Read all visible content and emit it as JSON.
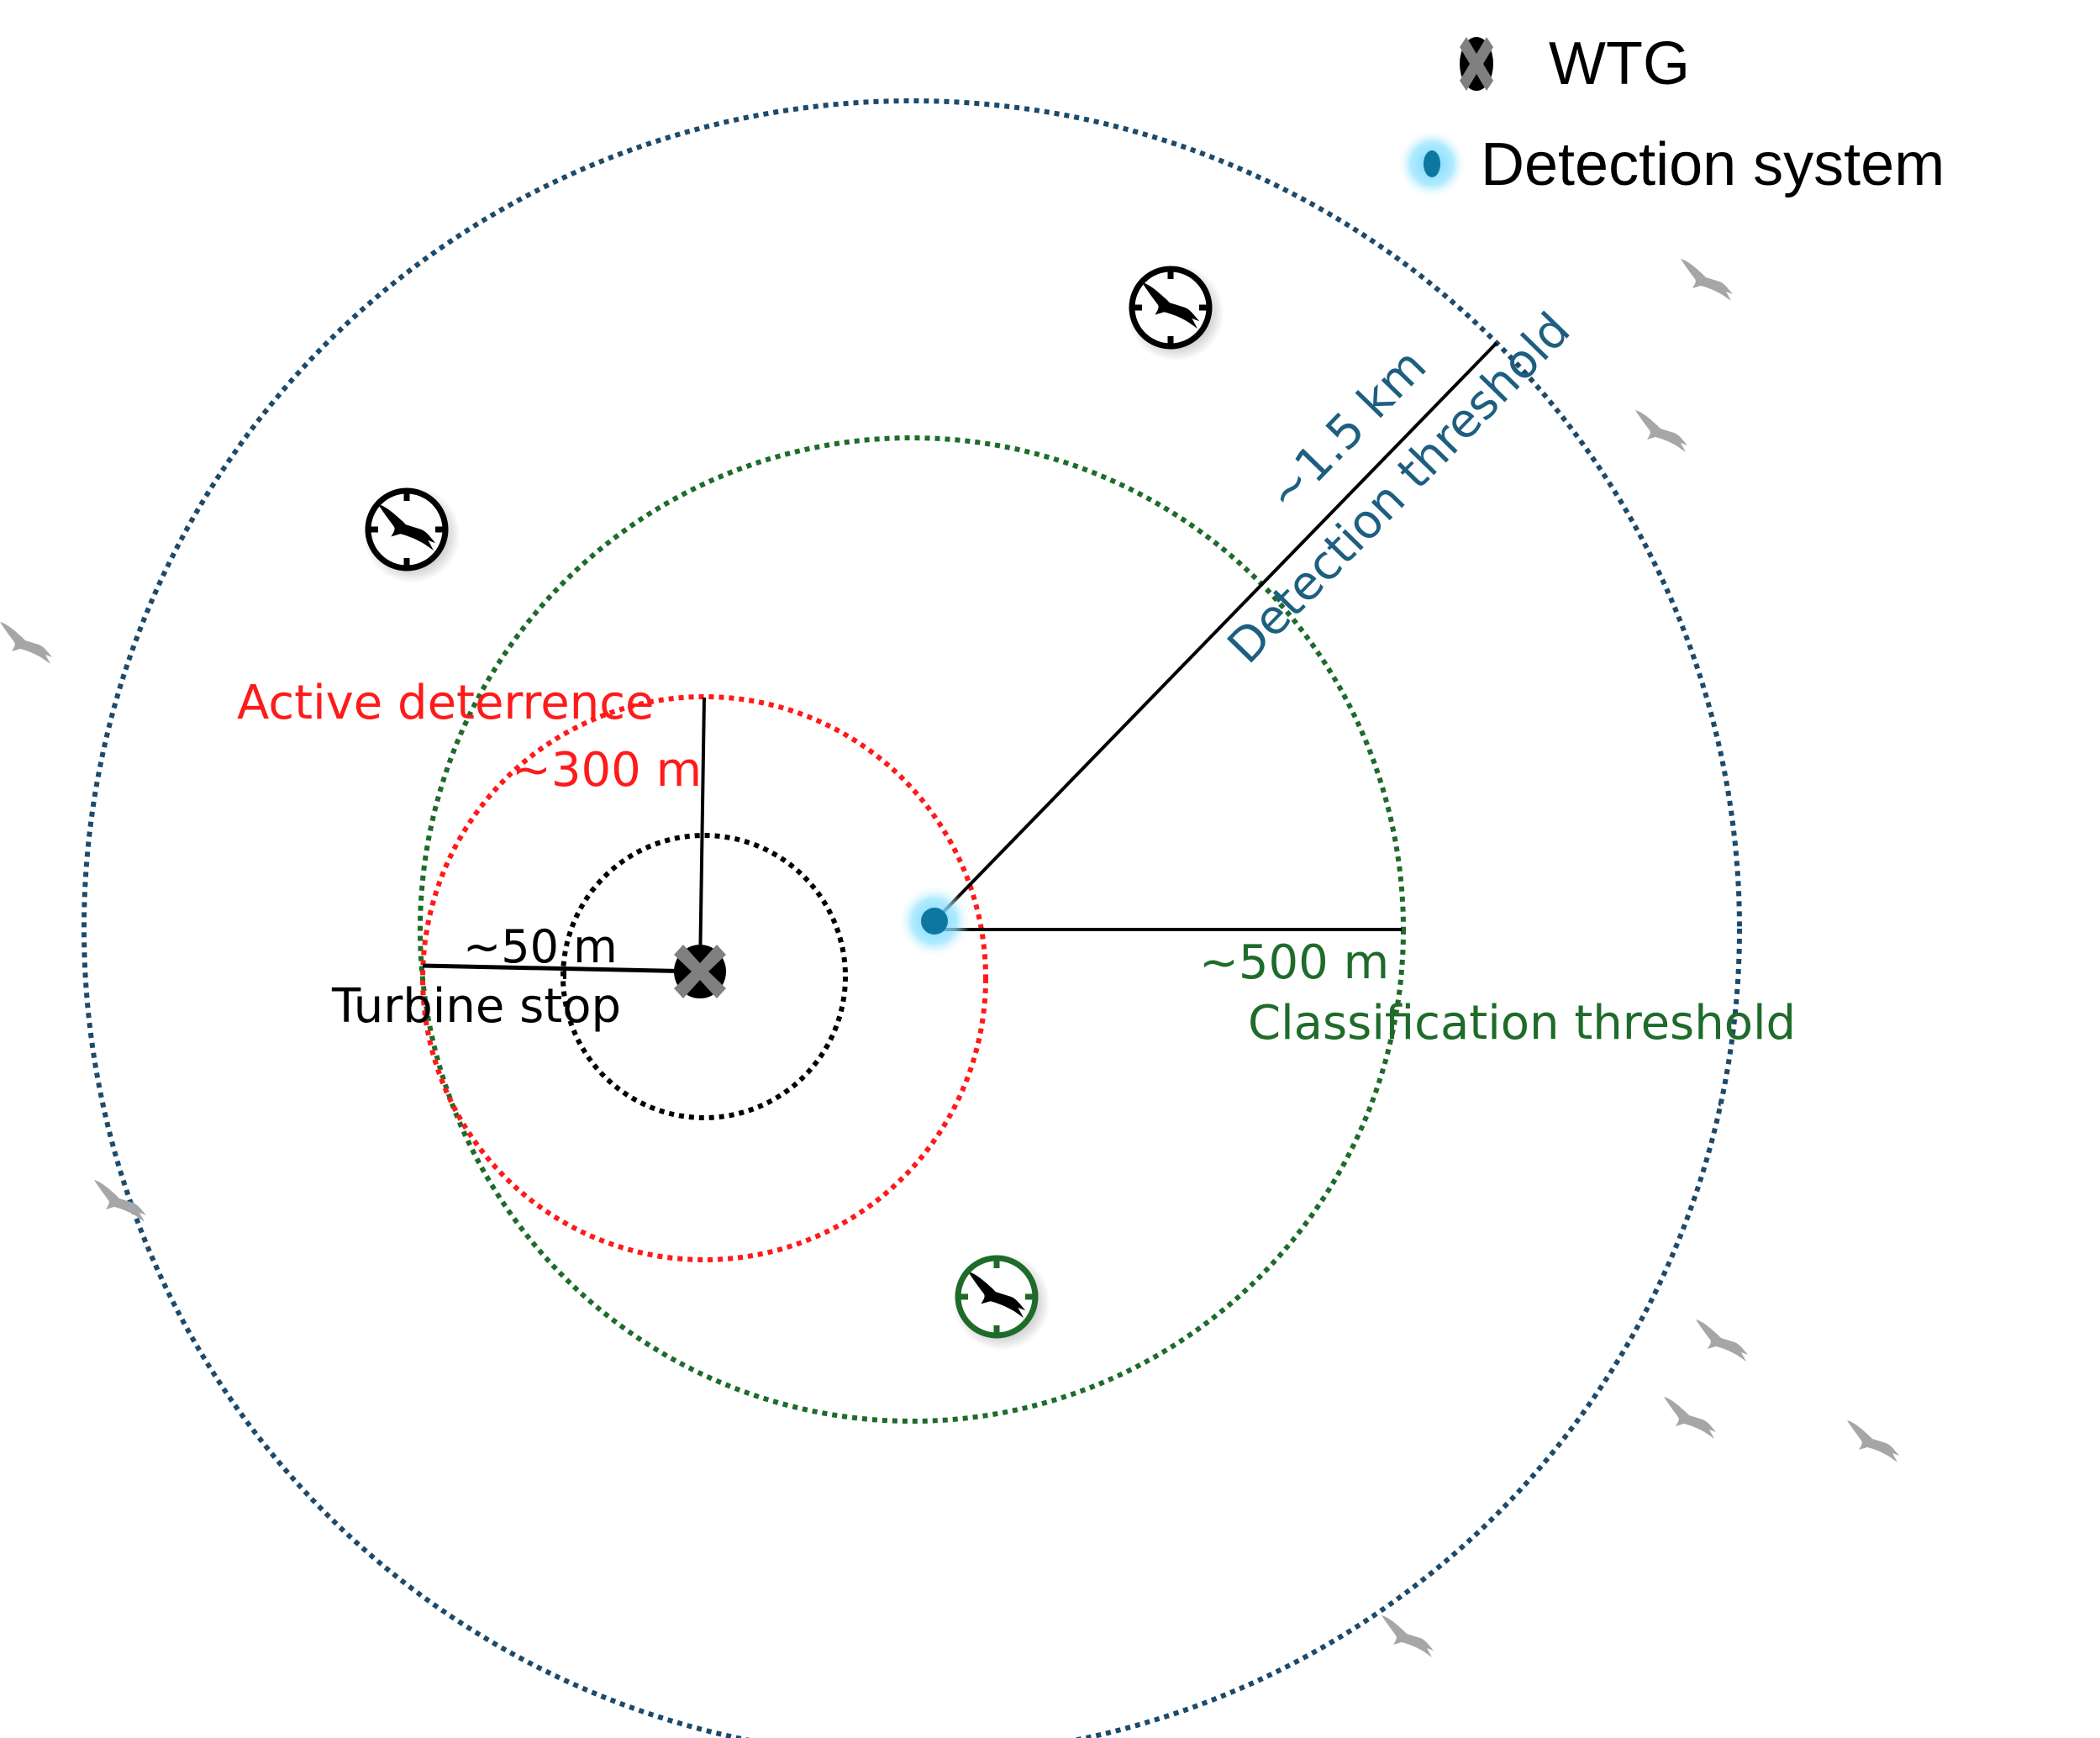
{
  "legend": {
    "wtg_label": "WTG",
    "detection_label": "Detection system"
  },
  "zones": {
    "detection": {
      "distance": "~1.5 km",
      "label": "Detection threshold",
      "color": "#1d4a6b"
    },
    "classification": {
      "distance": "~500 m",
      "label": "Classification threshold",
      "color": "#1e6b2a"
    },
    "deterrence": {
      "distance": "~300 m",
      "label": "Active deterrence",
      "color": "#ff1a1a"
    },
    "stop": {
      "distance": "~50 m",
      "label": "Turbine stop",
      "color": "#000000"
    }
  },
  "colors": {
    "detection_dot": "#0e77a0",
    "detection_glow": "#6fd8ff",
    "wtg_fill": "#808080",
    "bird_gray": "#a6a6a6",
    "target_green": "#1e6b2a"
  },
  "icons": {
    "tracked_birds": [
      "bird-target-icon",
      "bird-target-icon",
      "bird-target-green-icon"
    ],
    "untracked_birds": [
      "bird-icon"
    ]
  }
}
